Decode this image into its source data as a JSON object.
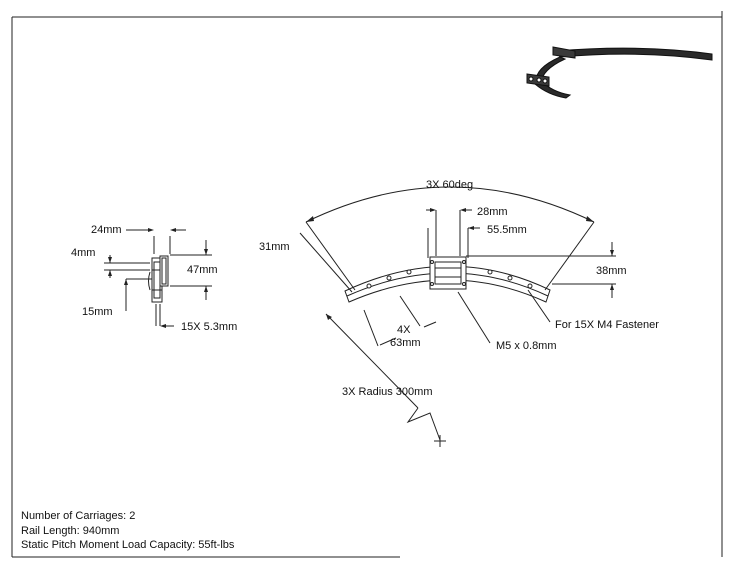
{
  "side_view": {
    "dim_24": "24mm",
    "dim_4": "4mm",
    "dim_47": "47mm",
    "dim_15": "15mm",
    "dim_slots": "15X 5.3mm"
  },
  "top_view": {
    "angle": "3X 60deg",
    "dim_31": "31mm",
    "dim_28": "28mm",
    "dim_55_5": "55.5mm",
    "dim_38": "38mm",
    "count_4x": "4X",
    "dim_63": "63mm",
    "fastener": "For 15X M4 Fastener",
    "thread": "M5 x 0.8mm",
    "radius": "3X Radius 300mm"
  },
  "notes": {
    "carriages": "Number of Carriages: 2",
    "rail_length": "Rail Length: 940mm",
    "moment": "Static Pitch Moment Load Capacity: 55ft-lbs"
  }
}
